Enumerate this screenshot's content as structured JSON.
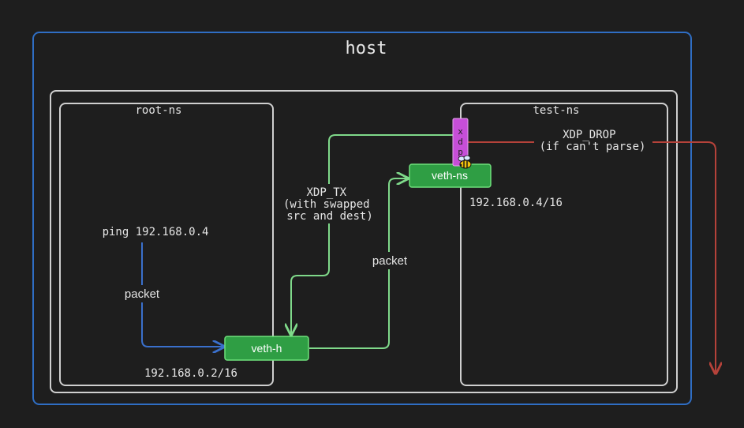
{
  "colors": {
    "background": "#1e1e1e",
    "host_border": "#2f6ec4",
    "box_border": "#cfcfcf",
    "green_line": "#7fd98a",
    "green_fill": "#2f9e44",
    "green_stroke": "#6fe07b",
    "blue_line": "#3a70cc",
    "red_line": "#b5423a",
    "xdp_fill": "#c64ed8",
    "text": "#e6e6e6"
  },
  "host": {
    "label": "host"
  },
  "outer_ns": {
    "label": ""
  },
  "root_ns": {
    "label": "root-ns",
    "ping_command": "ping 192.168.0.4",
    "packet_label": "packet",
    "ip": "192.168.0.2/16"
  },
  "test_ns": {
    "label": "test-ns",
    "ip": "192.168.0.4/16"
  },
  "veth_h": {
    "label": "veth-h"
  },
  "veth_ns": {
    "label": "veth-ns"
  },
  "xdp": {
    "label": "xdp",
    "letters": [
      "x",
      "d",
      "p"
    ],
    "icon": "bee-icon"
  },
  "packet_forward": {
    "label": "packet"
  },
  "xdp_tx": {
    "lines": [
      "XDP_TX",
      "(with swapped",
      "src and dest)"
    ]
  },
  "xdp_drop": {
    "lines": [
      "XDP_DROP",
      "(if can't parse)"
    ]
  }
}
